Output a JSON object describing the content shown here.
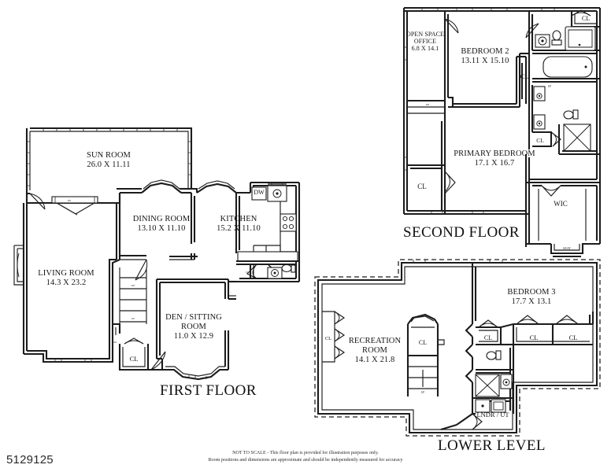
{
  "document": {
    "type": "real-estate-floor-plan",
    "listing_id": "5129125",
    "disclaimer_line1": "NOT TO SCALE - This floor plan is provided for illustration purposes only.",
    "disclaimer_line2": "Room positions and dimensions are approximate and should be independently measured for accuracy"
  },
  "floors": [
    {
      "key": "first",
      "title": "FIRST FLOOR",
      "rooms": [
        {
          "name": "SUN ROOM",
          "dims": "26.0 X 11.11"
        },
        {
          "name": "DINING ROOM",
          "dims": "13.10 X 11.10"
        },
        {
          "name": "KITCHEN",
          "dims": "15.2 X 11.10"
        },
        {
          "name": "LIVING ROOM",
          "dims": "14.3 X 23.2"
        },
        {
          "name": "DEN / SITTING",
          "dims": "11.0 X 12.9",
          "name2": "ROOM"
        }
      ],
      "marks": {
        "closet": "CL",
        "dishwasher": "DW",
        "stair_dn": "DN",
        "stair_up": "UP"
      }
    },
    {
      "key": "second",
      "title": "SECOND FLOOR",
      "rooms": [
        {
          "name": "OPEN SPACE",
          "name2": "OFFICE",
          "dims": "6.8 X 14.1"
        },
        {
          "name": "BEDROOM 2",
          "dims": "13.11 X 15.10"
        },
        {
          "name": "PRIMARY BEDROOM",
          "dims": "17.1 X 16.7"
        }
      ],
      "marks": {
        "closet": "CL",
        "walk_in_closet": "WIC",
        "seat": "SEAT",
        "stair_dn": "DN",
        "stair_up": "UP"
      }
    },
    {
      "key": "lower",
      "title": "LOWER LEVEL",
      "rooms": [
        {
          "name": "RECREATION",
          "name2": "ROOM",
          "dims": "14.1 X 21.8"
        },
        {
          "name": "BEDROOM 3",
          "dims": "17.7 X 13.1"
        }
      ],
      "marks": {
        "closet": "CL",
        "laundry_utility": "LNDR / UT",
        "stair_up": "UP"
      }
    }
  ],
  "labels": {
    "first_floor_title": "FIRST FLOOR",
    "second_floor_title": "SECOND FLOOR",
    "lower_level_title": "LOWER LEVEL",
    "sun_room_name": "SUN ROOM",
    "sun_room_dims": "26.0 X 11.11",
    "dining_room_name": "DINING ROOM",
    "dining_room_dims": "13.10 X 11.10",
    "kitchen_name": "KITCHEN",
    "kitchen_dims": "15.2 X 11.10",
    "living_room_name": "LIVING ROOM",
    "living_room_dims": "14.3 X 23.2",
    "den_name": "DEN / SITTING",
    "den_name2": "ROOM",
    "den_dims": "11.0 X 12.9",
    "office_name": "OPEN SPACE",
    "office_name2": "OFFICE",
    "office_dims": "6.8 X 14.1",
    "bedroom2_name": "BEDROOM 2",
    "bedroom2_dims": "13.11 X 15.10",
    "primary_name": "PRIMARY BEDROOM",
    "primary_dims": "17.1 X 16.7",
    "bedroom3_name": "BEDROOM 3",
    "bedroom3_dims": "17.7 X 13.1",
    "recreation_name": "RECREATION",
    "recreation_name2": "ROOM",
    "recreation_dims": "14.1 X 21.8",
    "wic": "WIC",
    "seat": "SEAT",
    "lndr_ut": "LNDR / UT",
    "dw": "DW",
    "cl": "CL",
    "dn": "DN",
    "up": "UP"
  },
  "colors": {
    "wall": "#1c1c1c",
    "background": "#ffffff",
    "text": "#161616"
  }
}
